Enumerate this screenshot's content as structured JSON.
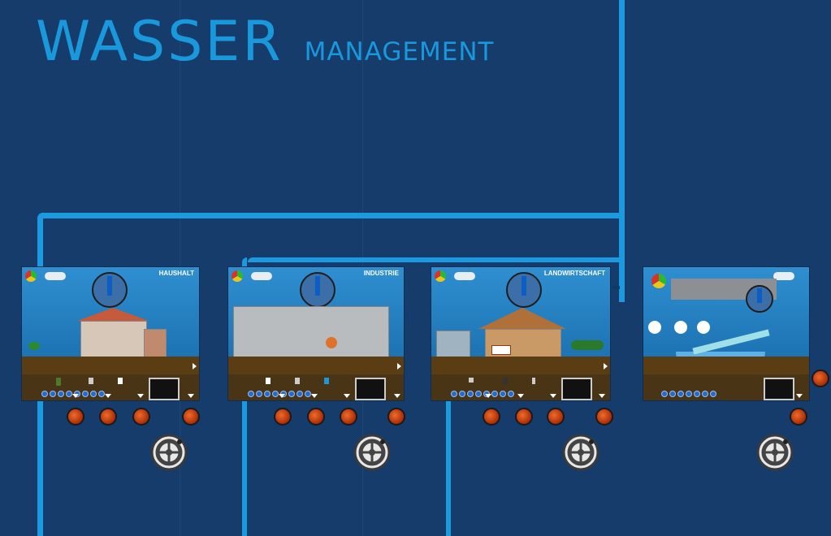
{
  "header": {
    "title": "WASSER",
    "subtitle": "MANAGEMENT"
  },
  "screens": [
    {
      "label": "HAUSHALT"
    },
    {
      "label": "INDUSTRIE"
    },
    {
      "label": "LANDWIRTSCHAFT"
    },
    {
      "label": ""
    }
  ],
  "icons": {
    "knob": "round-orange-button-icon",
    "wheel": "valve-wheel-icon",
    "meter": "water-meter-icon",
    "gauge": "status-gauge-icon"
  },
  "colors": {
    "background": "#153c6b",
    "pipe": "#1b9ae0",
    "title": "#1a98dc",
    "knob": "#e0541c"
  }
}
